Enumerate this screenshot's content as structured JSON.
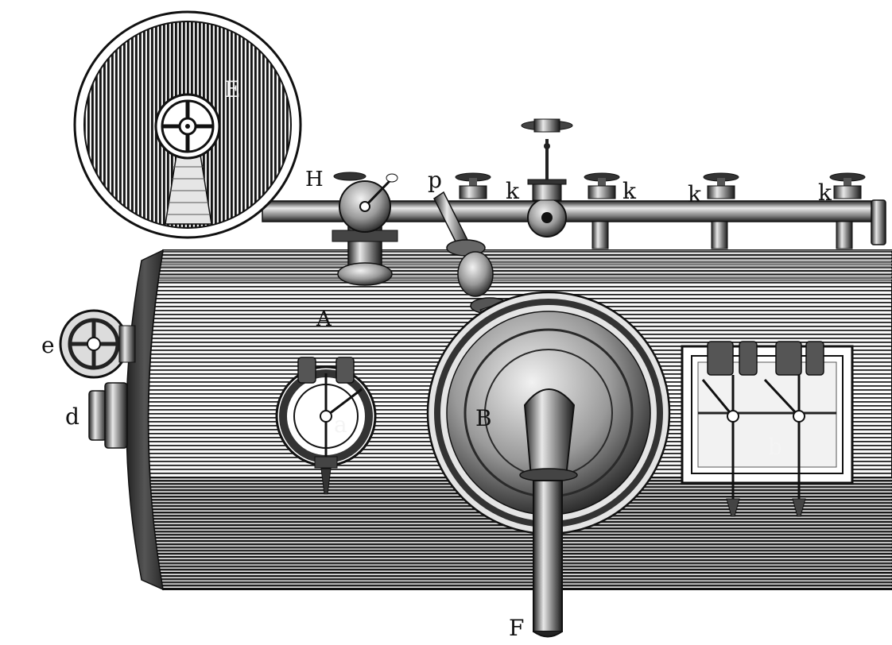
{
  "labels": {
    "E": "E",
    "H": "H",
    "p": "p",
    "k1": "k",
    "k2": "k",
    "k3": "k",
    "k4": "k",
    "A": "A",
    "e": "e",
    "d": "d",
    "a": "a",
    "B": "B",
    "b": "b",
    "F": "F"
  },
  "colors": {
    "ink": "#111111",
    "paper": "#ffffff"
  }
}
